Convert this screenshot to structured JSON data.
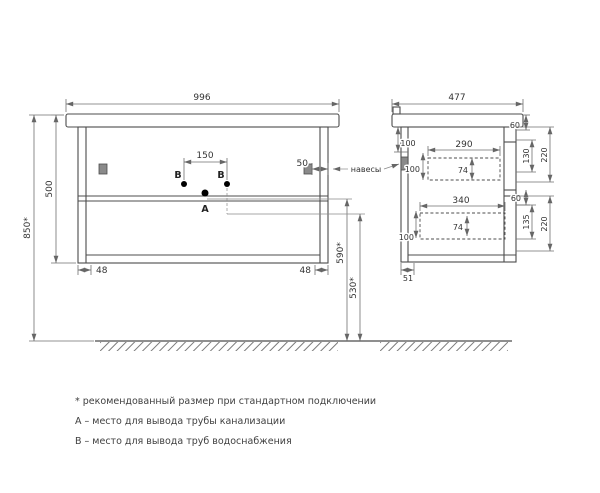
{
  "front_view": {
    "width": "996",
    "height": "500",
    "mount_height": "850*",
    "left_offset": "48",
    "right_offset": "48",
    "b_spacing": "150",
    "hanger_inset": "50",
    "a_height": "590*",
    "b_height": "530*",
    "marker_a": "A",
    "marker_b_left": "B",
    "marker_b_right": "B"
  },
  "side_view": {
    "depth": "477",
    "top_rail": "60",
    "back_top_offset": "100",
    "upper_drawer_depth": "290",
    "upper_drawer_height": "74",
    "upper_box_height": "100",
    "upper_front_inner": "130",
    "upper_front_height": "220",
    "mid_rail": "60",
    "lower_drawer_depth": "340",
    "lower_drawer_height": "74",
    "lower_box_height": "100",
    "lower_front_inner": "135",
    "lower_front_height": "220",
    "bottom_back_offset": "51"
  },
  "labels": {
    "hangers": "навесы"
  },
  "notes": [
    "* рекомендованный размер при стандартном подключении",
    "А – место для вывода трубы канализации",
    "B – место для вывода труб водоснабжения"
  ]
}
